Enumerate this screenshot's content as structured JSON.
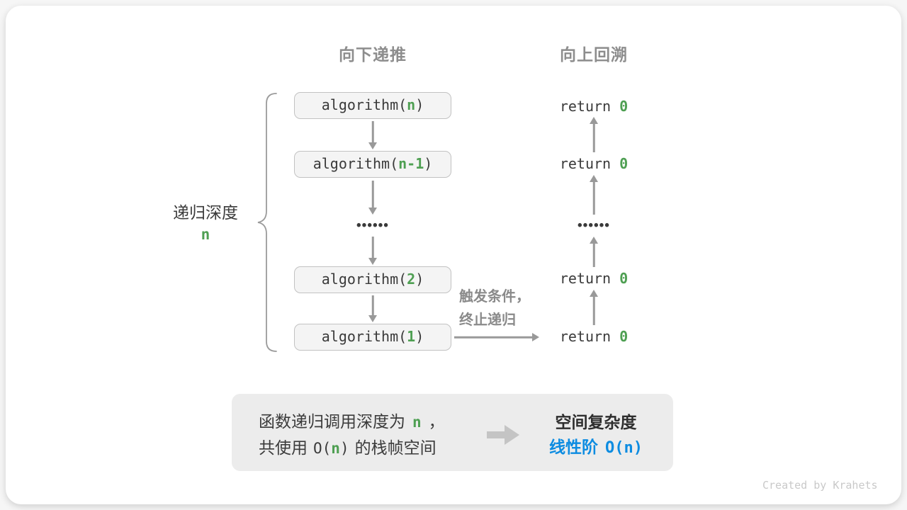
{
  "palette": {
    "green": "#4e9f52",
    "blue": "#0d8ce1",
    "gray_label": "#8d8d8d",
    "dark_text": "#3a3a3a"
  },
  "headers": {
    "recurse_down": "向下递推",
    "backtrack_up": "向上回溯"
  },
  "depth_label": {
    "title": "递归深度",
    "variable": "n"
  },
  "call_stack": {
    "boxes": [
      {
        "pre": "algorithm(",
        "arg": "n",
        "post": ")"
      },
      {
        "pre": "algorithm(",
        "arg": "n-1",
        "post": ")"
      },
      {
        "pre": "algorithm(",
        "arg": "2",
        "post": ")"
      },
      {
        "pre": "algorithm(",
        "arg": "1",
        "post": ")"
      }
    ],
    "ellipsis": "••••••"
  },
  "returns": {
    "items": [
      {
        "pre": "return ",
        "val": "0"
      },
      {
        "pre": "return ",
        "val": "0"
      },
      {
        "pre": "return ",
        "val": "0"
      },
      {
        "pre": "return ",
        "val": "0"
      }
    ],
    "ellipsis": "••••••"
  },
  "trigger_note": {
    "line1": "触发条件，",
    "line2": "终止递归"
  },
  "summary": {
    "left_line1": {
      "pre": "函数递归调用深度为",
      "var": "n",
      "post": "，"
    },
    "left_line2": {
      "pre": "共使用",
      "o_open": "O(",
      "var": "n",
      "o_close": ")",
      "post": "的栈帧空间"
    },
    "right_title": "空间复杂度",
    "right_label": "线性阶",
    "right_value": "O(n)"
  },
  "footer": {
    "credit": "Created by Krahets"
  }
}
